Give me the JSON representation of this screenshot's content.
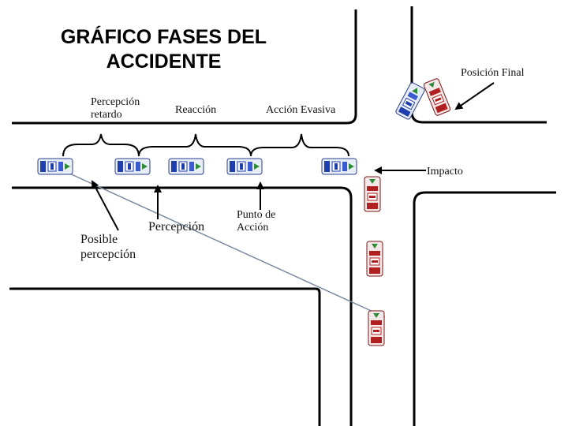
{
  "title_line1": "GRÁFICO FASES DEL",
  "title_line2": "ACCIDENTE",
  "labels": {
    "percepcion_retardo_1": "Percepción",
    "percepcion_retardo_2": "retardo",
    "reaccion": "Reacción",
    "accion_evasiva": "Acción Evasiva",
    "posicion_final": "Posición Final",
    "impacto": "Impacto",
    "posible_1": "Posible",
    "posible_2": "percepción",
    "percepcion": "Percepción",
    "punto_1": "Punto de",
    "punto_2": "Acción"
  },
  "colors": {
    "road_line": "#000000",
    "car_blue": "#1f3fae",
    "car_red": "#b02020",
    "trajectory": "#7a8aa0"
  },
  "icons": {
    "blue_car": "blue-car-icon",
    "red_car": "red-car-icon",
    "arrow": "arrow-icon"
  }
}
